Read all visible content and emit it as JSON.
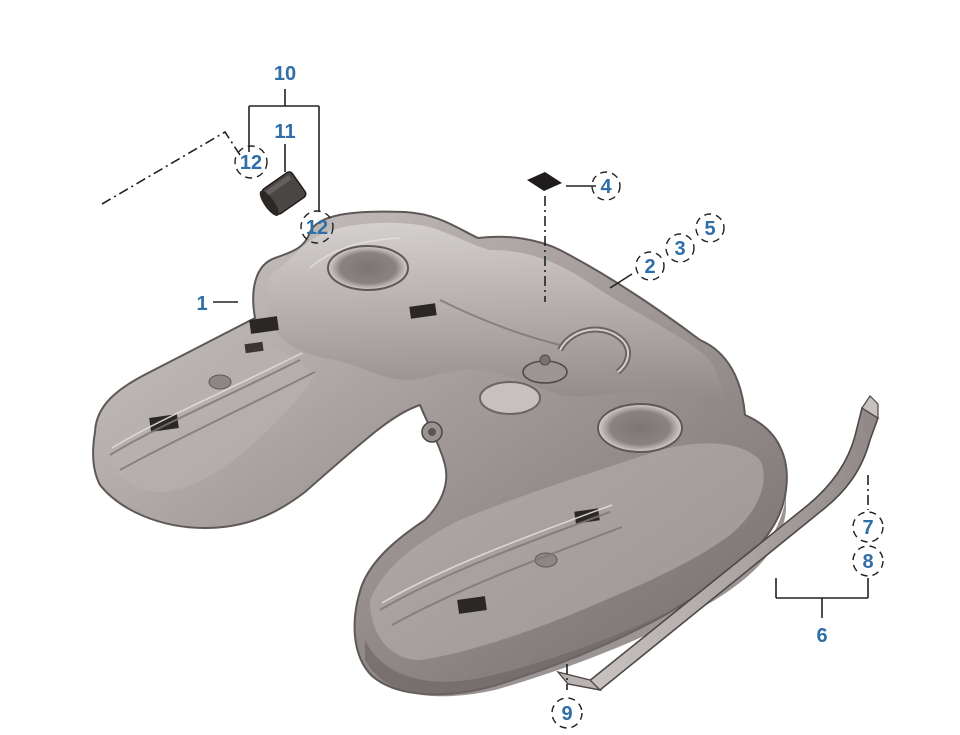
{
  "diagram": {
    "colors": {
      "callout_text": "#2f6ea6",
      "tank_body": "#a39c9a",
      "tank_shadow": "#6f6866",
      "tank_highlight": "#d8d4d2",
      "line": "#222222"
    },
    "callouts": [
      {
        "id": "1",
        "label": "1",
        "circled": false
      },
      {
        "id": "2",
        "label": "2",
        "circled": true
      },
      {
        "id": "3",
        "label": "3",
        "circled": true
      },
      {
        "id": "4",
        "label": "4",
        "circled": true
      },
      {
        "id": "5",
        "label": "5",
        "circled": true
      },
      {
        "id": "6",
        "label": "6",
        "circled": false
      },
      {
        "id": "7",
        "label": "7",
        "circled": true
      },
      {
        "id": "8",
        "label": "8",
        "circled": true
      },
      {
        "id": "9",
        "label": "9",
        "circled": true
      },
      {
        "id": "10",
        "label": "10",
        "circled": false
      },
      {
        "id": "11",
        "label": "11",
        "circled": false
      },
      {
        "id": "12a",
        "label": "12",
        "circled": true
      },
      {
        "id": "12b",
        "label": "12",
        "circled": true
      }
    ]
  }
}
